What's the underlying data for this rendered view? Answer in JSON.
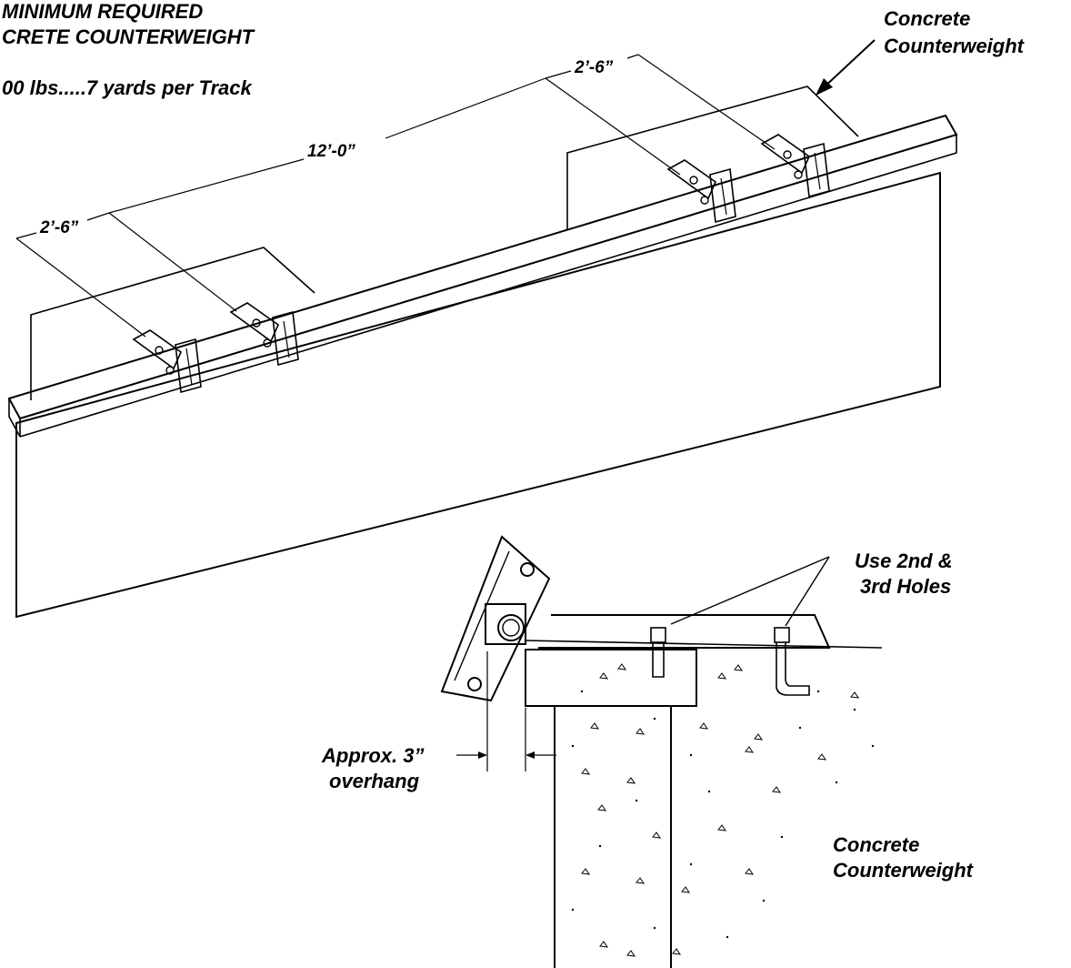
{
  "title": {
    "line1": "MINIMUM REQUIRED",
    "line2": "CRETE COUNTERWEIGHT",
    "line3": "00 lbs.....7 yards per Track"
  },
  "labels": {
    "concrete_cw_top_1": "Concrete",
    "concrete_cw_top_2": "Counterweight",
    "dim_left_2_6": "2’-6”",
    "dim_12_0": "12’-0”",
    "dim_right_2_6": "2’-6”",
    "use_holes_1": "Use 2nd &",
    "use_holes_2": "3rd Holes",
    "overhang_1": "Approx. 3”",
    "overhang_2": "overhang",
    "concrete_cw_bottom_1": "Concrete",
    "concrete_cw_bottom_2": "Counterweight"
  },
  "colors": {
    "ink": "#000000",
    "paper": "#ffffff"
  }
}
